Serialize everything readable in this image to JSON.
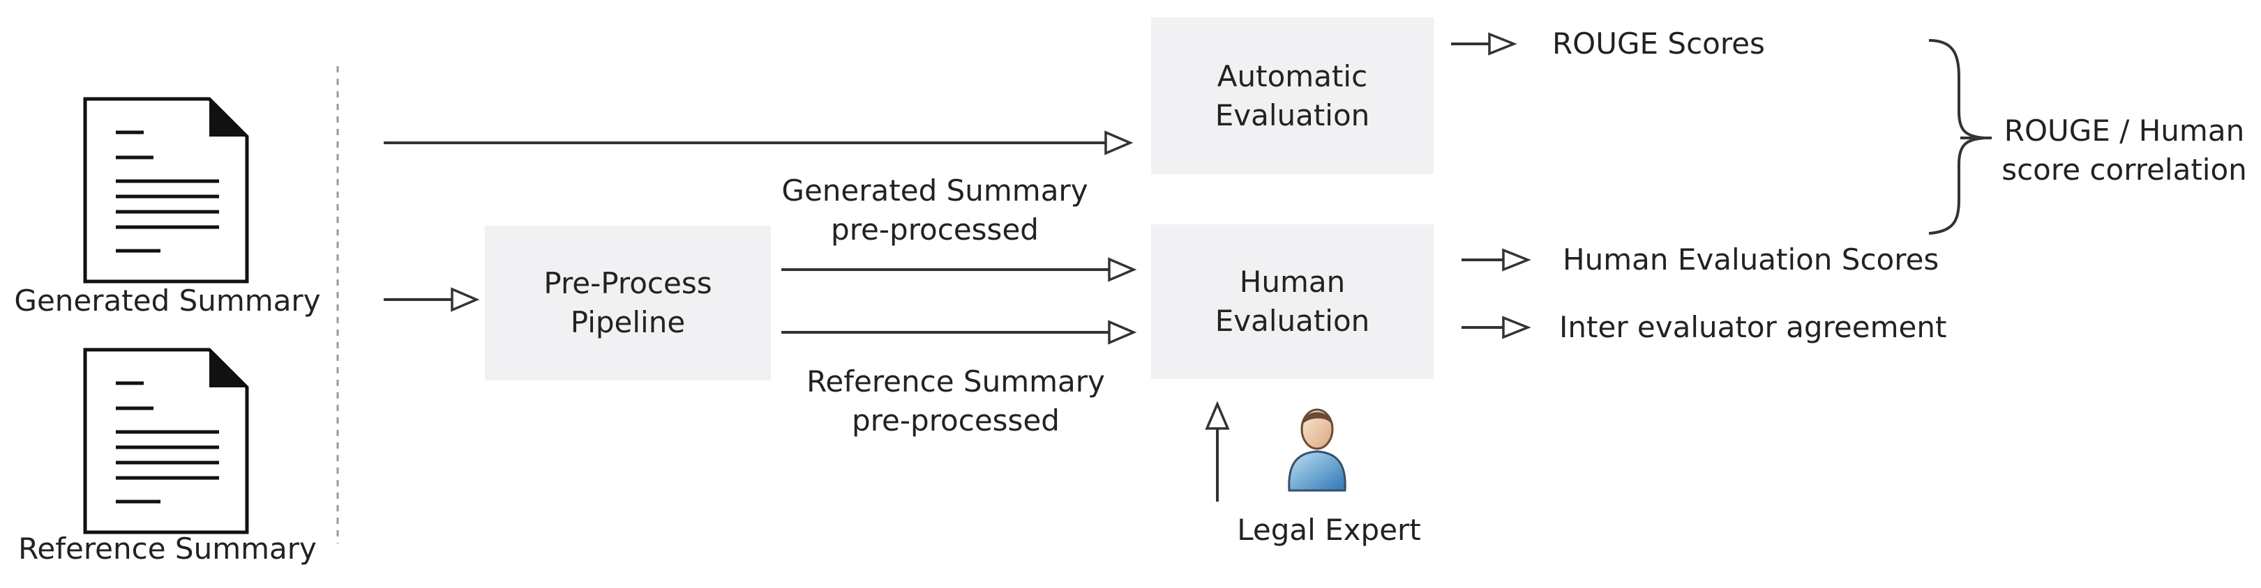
{
  "labels": {
    "generated_summary": "Generated Summary",
    "reference_summary": "Reference Summary",
    "generated_preprocessed_1": "Generated Summary",
    "generated_preprocessed_2": "pre-processed",
    "reference_preprocessed_1": "Reference Summary",
    "reference_preprocessed_2": "pre-processed",
    "legal_expert": "Legal Expert"
  },
  "boxes": {
    "preprocess": {
      "line1": "Pre-Process",
      "line2": "Pipeline"
    },
    "automatic": {
      "line1": "Automatic",
      "line2": "Evaluation"
    },
    "human": {
      "line1": "Human",
      "line2": "Evaluation"
    }
  },
  "outputs": {
    "rouge_scores": "ROUGE Scores",
    "human_scores": "Human Evaluation Scores",
    "inter_agreement": "Inter evaluator agreement",
    "correlation_1": "ROUGE / Human",
    "correlation_2": "score correlation"
  },
  "icons": [
    "document-icon",
    "document-icon",
    "person-icon"
  ],
  "colors": {
    "box_fill": "#f1f1f4",
    "line": "#333333",
    "person_shirt": "#2d77b5"
  }
}
